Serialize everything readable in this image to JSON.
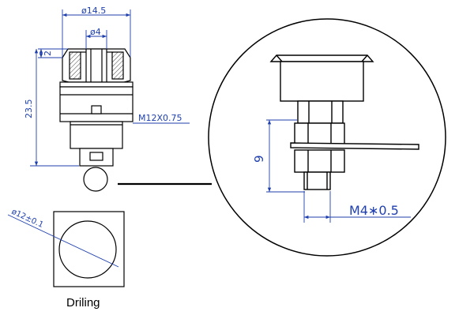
{
  "dimensions": {
    "outer_diameter": "ø14.5",
    "inner_diameter": "ø4",
    "flange_height": "2",
    "overall_height": "23.5",
    "thread_spec": "M12X0.75",
    "drill_diameter": "ø12±0.1",
    "detail_height": "9",
    "detail_thread": "M4∗0.5"
  },
  "captions": {
    "drilling": "Driling"
  },
  "colors": {
    "dimension_line": "#1f3fae",
    "outline": "#000000",
    "hatch": "#444444"
  }
}
